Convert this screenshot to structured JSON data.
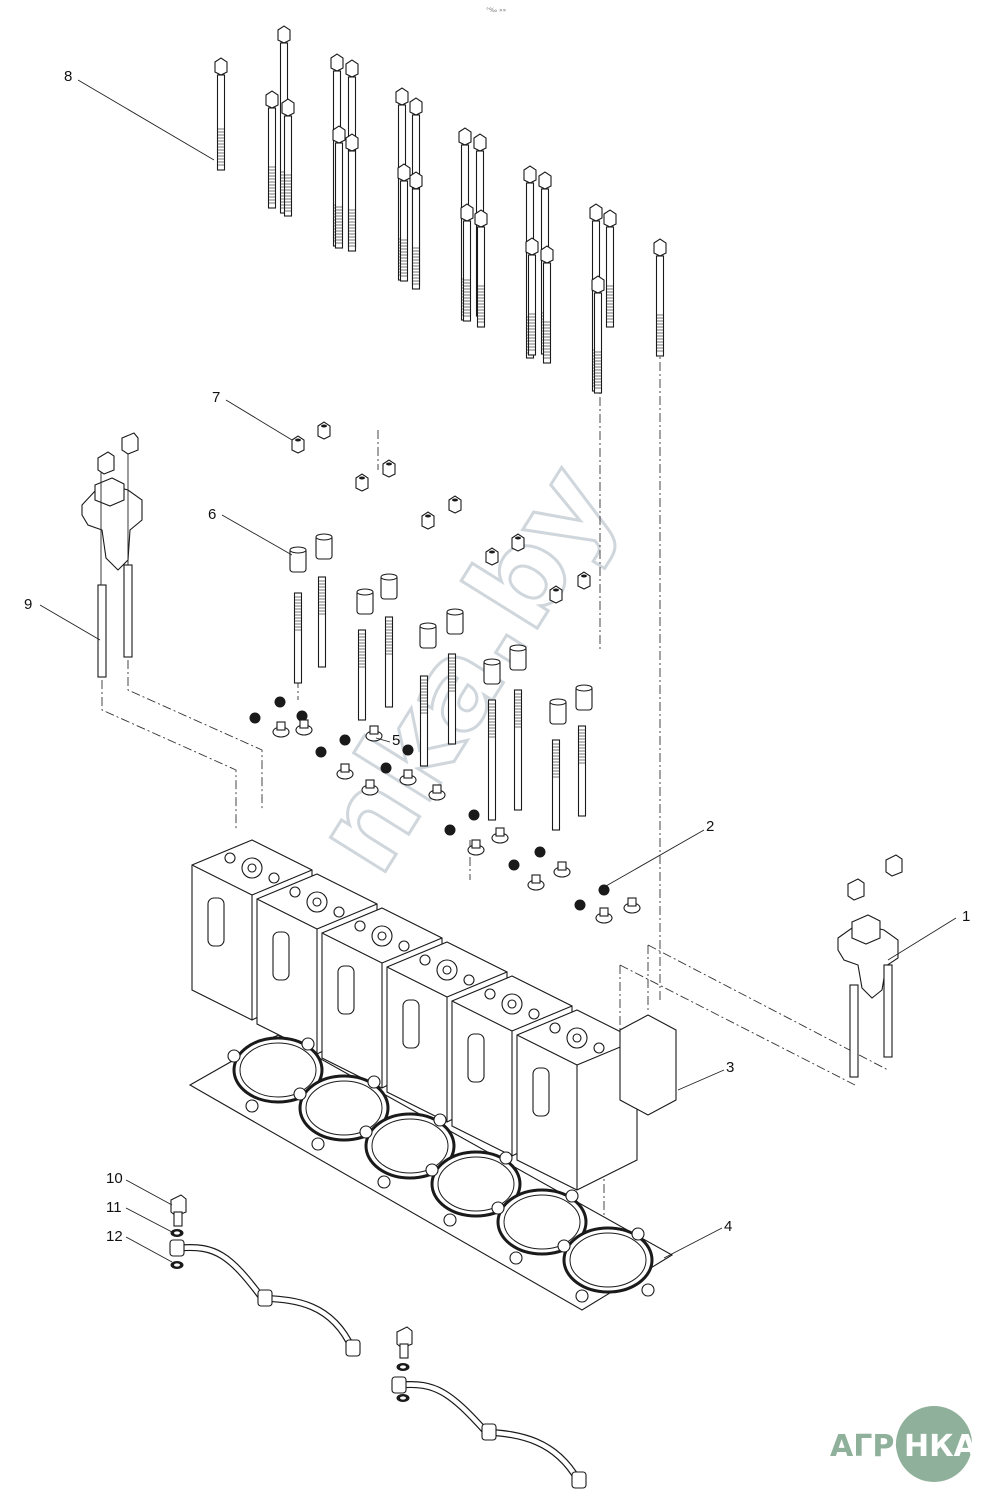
{
  "diagram": {
    "header_mark": "°‰ »»",
    "callouts": [
      "1",
      "2",
      "3",
      "4",
      "5",
      "6",
      "7",
      "8",
      "9",
      "10",
      "11",
      "12"
    ],
    "watermark": "nka.by",
    "logo": {
      "left_text": "АГРО",
      "right_text": "НКА",
      "color": "#8fb09a"
    },
    "colors": {
      "line": "#1a1a1a",
      "watermark": "#cfd6dc",
      "logo": "#8fb09a"
    }
  }
}
